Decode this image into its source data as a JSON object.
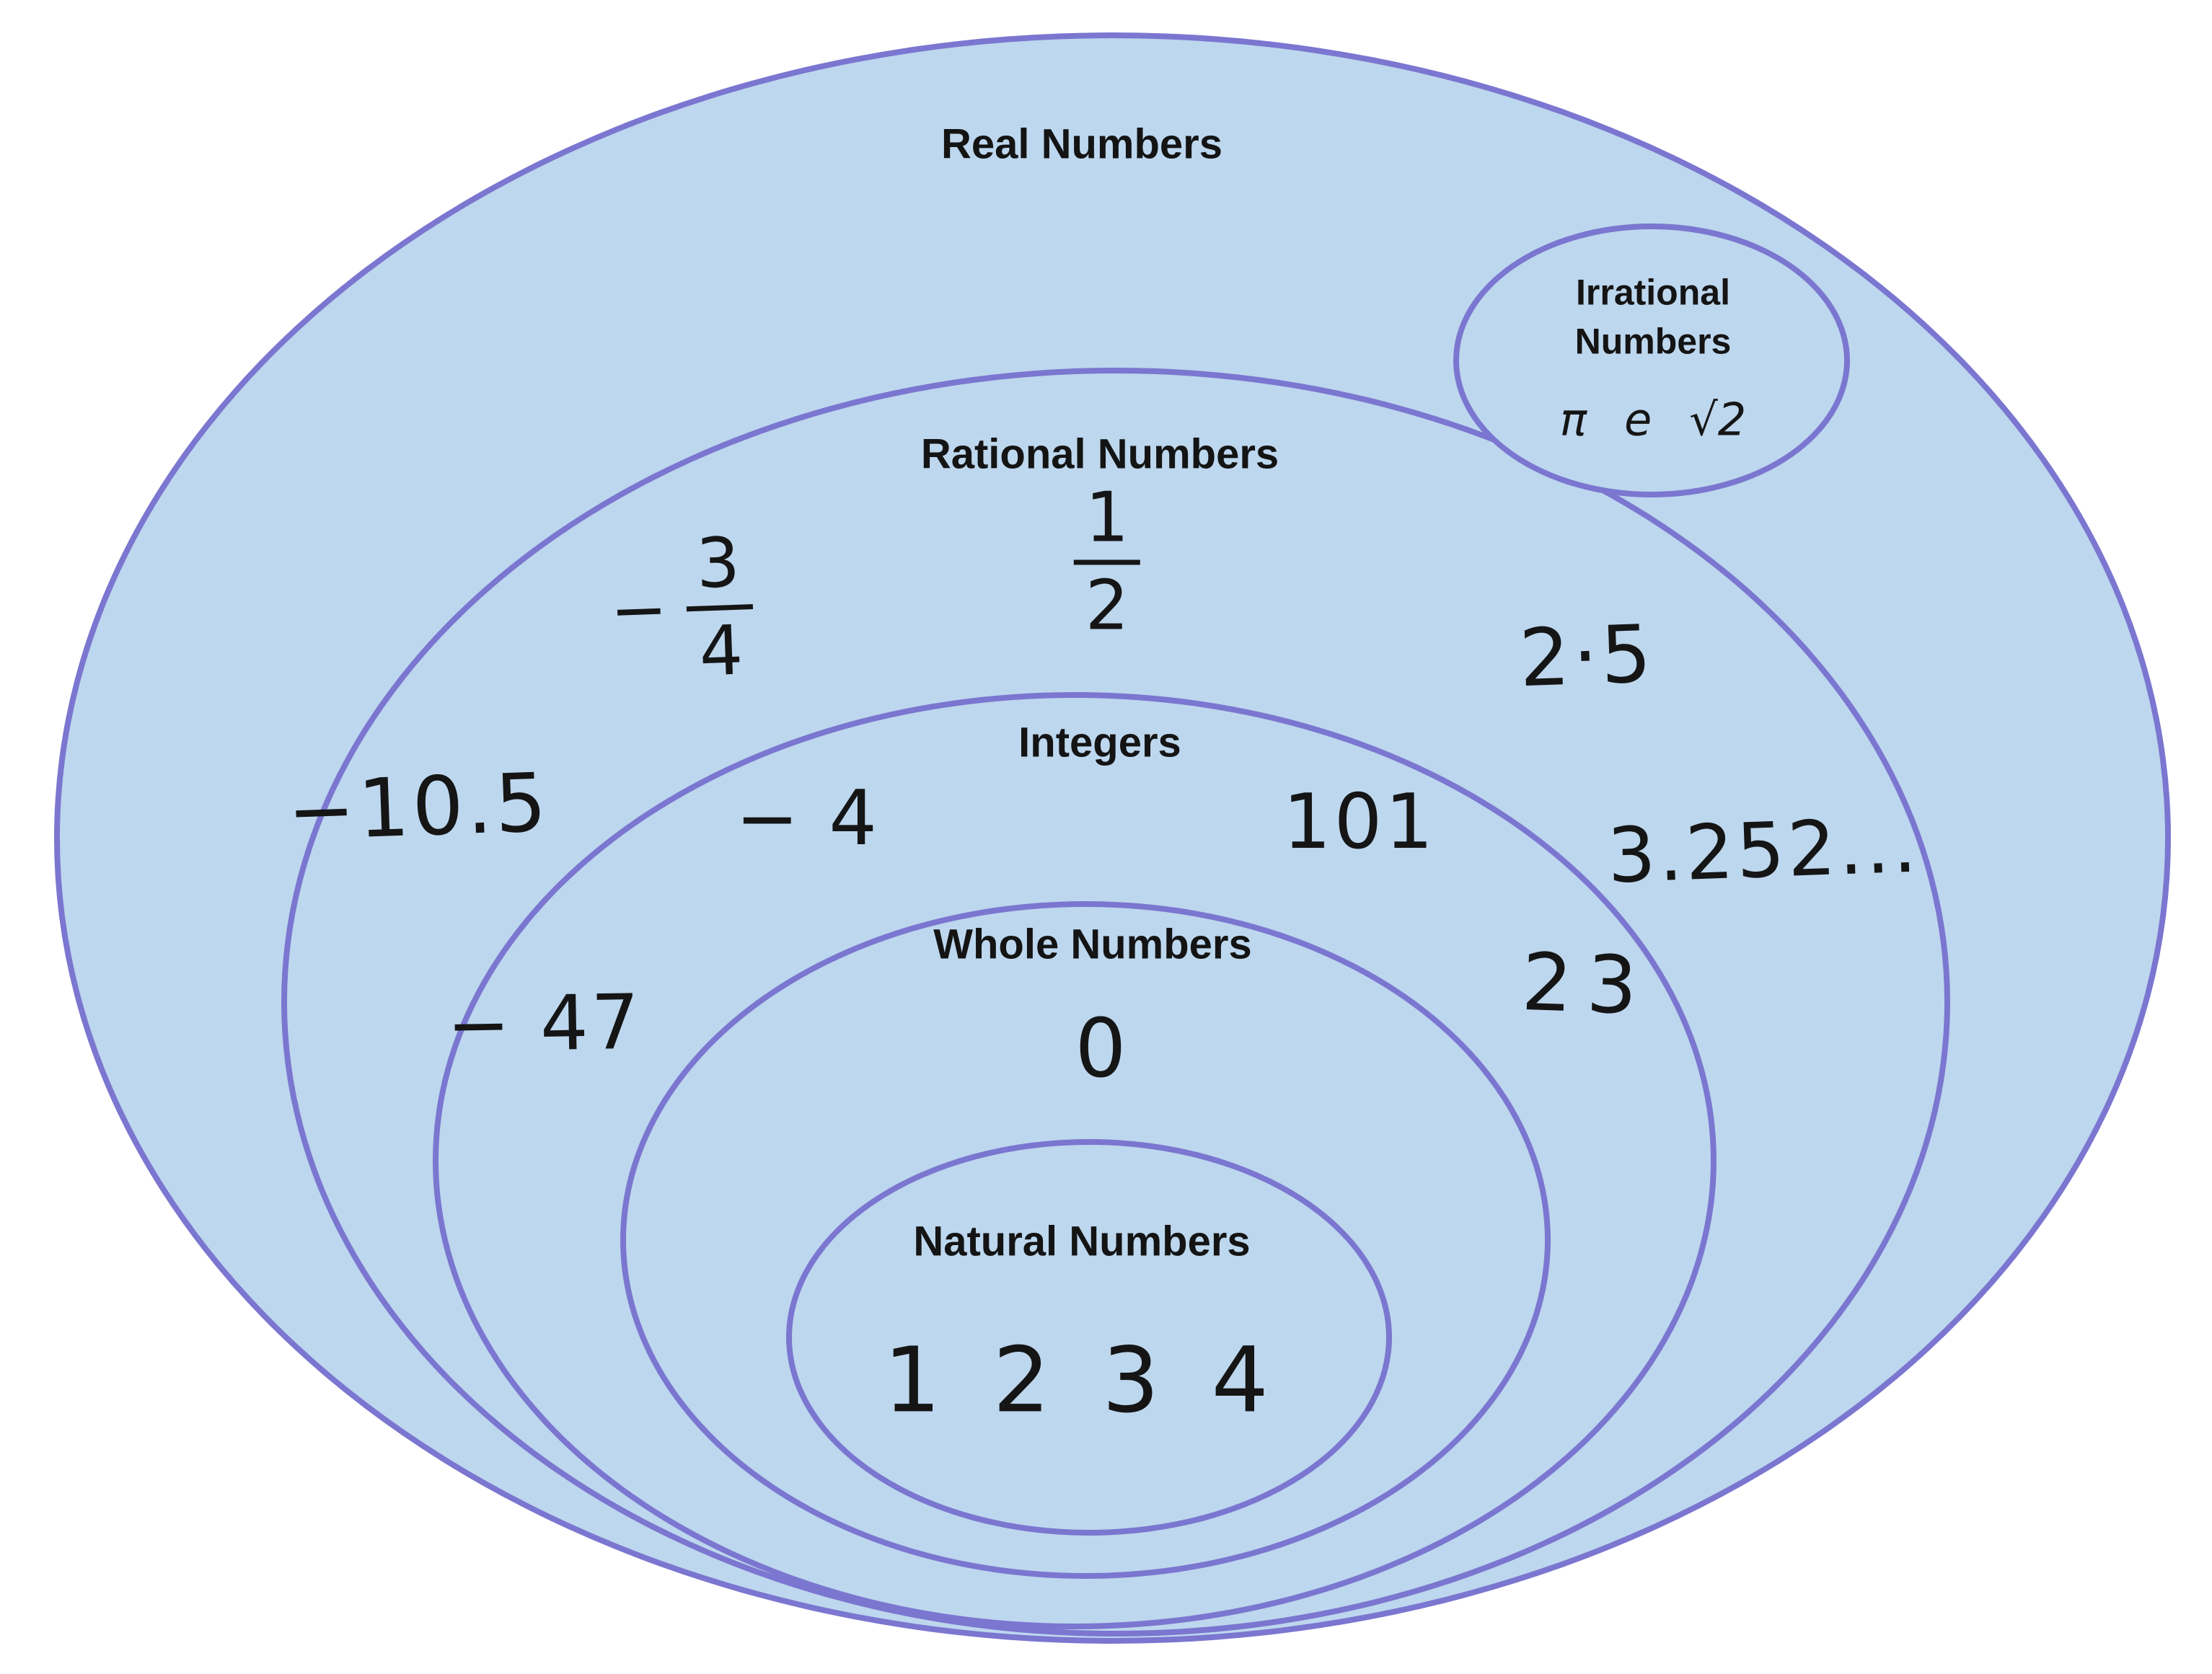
{
  "title": "Real number system nested Venn diagram",
  "sets": {
    "real": {
      "label": "Real Numbers"
    },
    "rational": {
      "label": "Rational Numbers"
    },
    "integers": {
      "label": "Integers"
    },
    "whole": {
      "label": "Whole Numbers"
    },
    "natural": {
      "label": "Natural Numbers"
    },
    "irrational": {
      "line1": "Irrational",
      "line2": "Numbers",
      "symbols": [
        "π",
        "e",
        "√2"
      ]
    }
  },
  "examples": {
    "rational_only": {
      "neg_three_fourths": {
        "sign": "−",
        "numerator": "3",
        "denominator": "4"
      },
      "one_half": {
        "sign": "",
        "numerator": "1",
        "denominator": "2"
      },
      "two_point_five": "2·5",
      "neg_ten_point_five": "−10.5",
      "three_point_two_five_two": "3.252..."
    },
    "integers_only": {
      "neg_four": "− 4",
      "one_hundred_one": "101",
      "neg_forty_seven": "− 47",
      "twenty_three": "23"
    },
    "whole_only": {
      "zero": "0"
    },
    "natural": [
      "1",
      "2",
      "3",
      "4"
    ]
  },
  "colors": {
    "fill": "#bdd7ee",
    "stroke": "#7b76d0",
    "text": "#141414"
  }
}
